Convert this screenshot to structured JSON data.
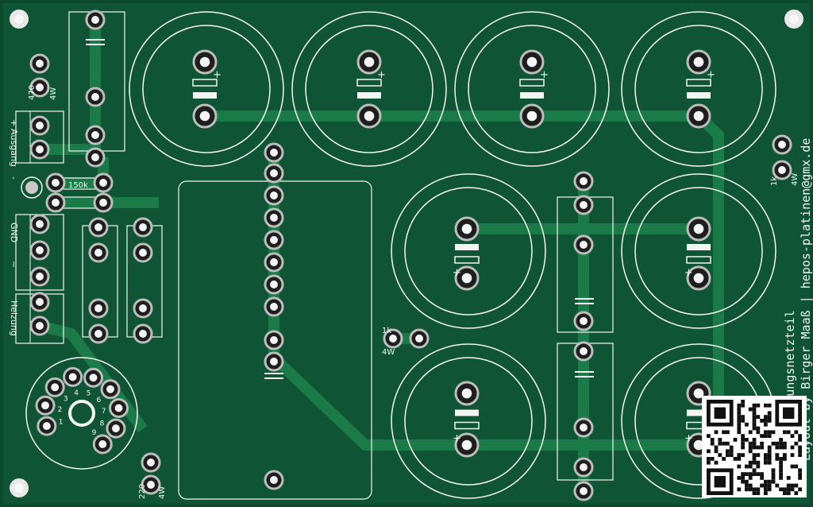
{
  "colors": {
    "board": "#0c4a2e",
    "copper": "#136b3f",
    "trace": "#1a7a48",
    "silkscreen": "#f2f5f2",
    "pad": "#c9c9c9",
    "pad_dark": "#1e1e1e"
  },
  "labels": {
    "r_470": "470",
    "r_470_power": "4W",
    "ausgang_minus": "-",
    "ausgang": "Ausgang",
    "ausgang_plus": "+",
    "r_150k": "150k",
    "gnd": "GND",
    "ac_tilde": "~",
    "heizung": "Heizung",
    "r_1k_mid": "1k",
    "r_1k_mid_power": "4W",
    "r_1k_right": "1k",
    "r_1k_right_power": "4W",
    "r_220": "220",
    "r_220_power": "4W",
    "cap_plus": "+",
    "tube_pins": [
      "1",
      "2",
      "3",
      "4",
      "5",
      "6",
      "7",
      "8",
      "9"
    ],
    "title_line": "Hochspannungsnetzteil",
    "credit_line": "Layout by Birger Maaß | hepos-platinen@gmx.de"
  },
  "icons": {
    "qr": "qr-code-icon",
    "mount": "mounting-hole-icon"
  }
}
